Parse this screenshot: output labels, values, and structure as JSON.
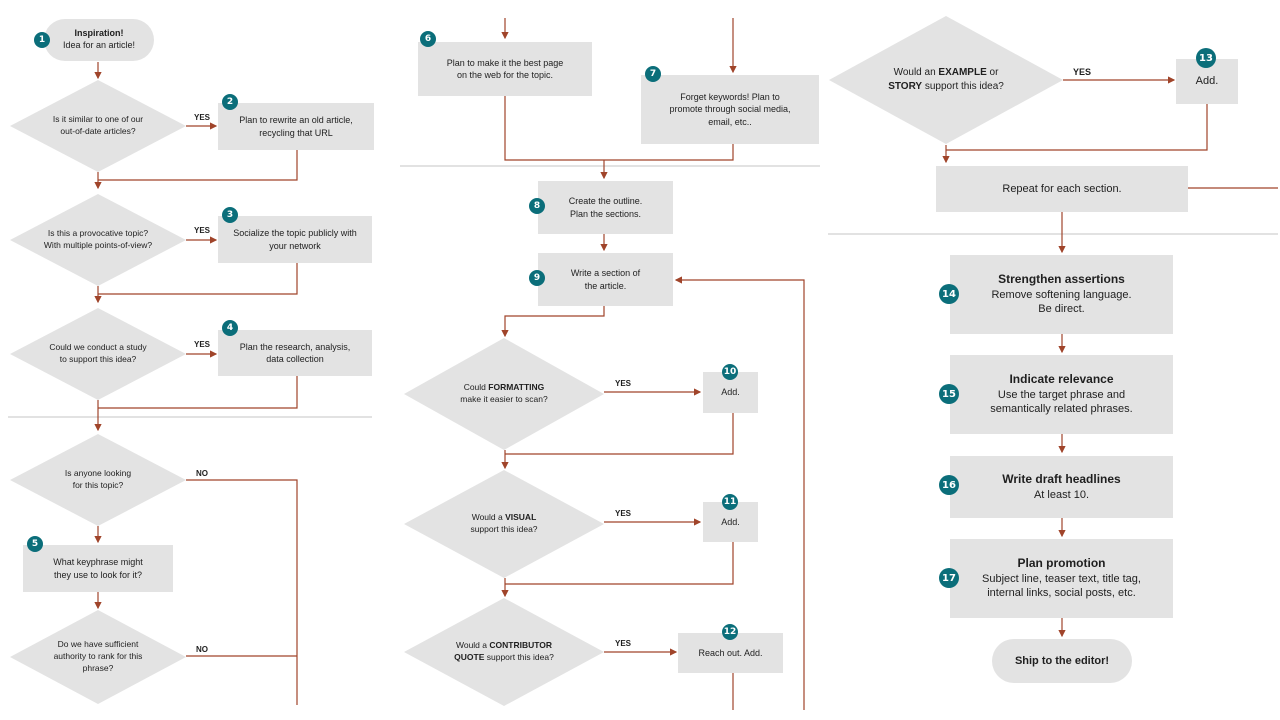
{
  "colors": {
    "box_fill": "#e3e3e3",
    "badge": "#0b6e7a",
    "connector": "#a0442a",
    "divider": "#e2e2e2"
  },
  "start": {
    "title": "Inspiration!",
    "subtitle": "Idea for an article!"
  },
  "shapes": {
    "d_similar": [
      "Is it similar to one of our",
      "out-of-date articles?"
    ],
    "d_provocative": [
      "Is this a provocative topic?",
      "With multiple points-of-view?"
    ],
    "d_study": [
      "Could we conduct a study",
      "to support this idea?"
    ],
    "d_looking": [
      "Is anyone looking",
      "for this topic?"
    ],
    "d_authority": [
      "Do we have sufficient",
      "authority to rank for this",
      "phrase?"
    ],
    "b2": [
      "Plan to rewrite an old article,",
      "recycling that URL"
    ],
    "b3": [
      "Socialize the topic publicly with",
      "your network"
    ],
    "b4": [
      "Plan the research, analysis,",
      "data collection"
    ],
    "b5": [
      "What keyphrase might",
      "they use to look for it?"
    ],
    "b6": [
      "Plan to make it the best page",
      "on the web for the topic."
    ],
    "b7": [
      "Forget keywords! Plan to",
      "promote through social media,",
      "email, etc.."
    ],
    "b8": [
      "Create the outline.",
      "Plan the sections."
    ],
    "b9": [
      "Write a section of",
      "the article."
    ],
    "b10": [
      "Add."
    ],
    "b11": [
      "Add."
    ],
    "b12": [
      "Reach out. Add."
    ],
    "b13": [
      "Add."
    ],
    "repeat": [
      "Repeat for each section."
    ]
  },
  "rich": {
    "d_formatting": {
      "pre": "Could ",
      "bold": "FORMATTING",
      "post": "",
      "line2": "make it easier to scan?"
    },
    "d_visual": {
      "pre": "Would a ",
      "bold": "VISUAL",
      "post": "",
      "line2": "support this idea?"
    },
    "d_contributor": {
      "pre": "Would a ",
      "bold": "CONTRIBUTOR",
      "post": "",
      "line2b": "QUOTE",
      "line2": " support this idea?"
    },
    "d_example": {
      "pre": "Would an ",
      "bold": "EXAMPLE",
      "post": " or",
      "line2b": "STORY",
      "line2": " support this idea?"
    }
  },
  "steps": {
    "s14": {
      "title": "Strengthen assertions",
      "lines": [
        "Remove softening language.",
        "Be direct."
      ]
    },
    "s15": {
      "title": "Indicate relevance",
      "lines": [
        "Use the target phrase and",
        "semantically related phrases."
      ]
    },
    "s16": {
      "title": "Write draft headlines",
      "lines": [
        "At least 10."
      ]
    },
    "s17": {
      "title": "Plan promotion",
      "lines": [
        "Subject line, teaser text, title tag,",
        "internal links, social posts, etc."
      ]
    }
  },
  "finish": {
    "title": "Ship to the editor!"
  },
  "badges": [
    "1",
    "2",
    "3",
    "4",
    "5",
    "6",
    "7",
    "8",
    "9",
    "10",
    "11",
    "12",
    "13",
    "14",
    "15",
    "16",
    "17"
  ],
  "labels": {
    "yes": "YES",
    "no": "NO"
  }
}
